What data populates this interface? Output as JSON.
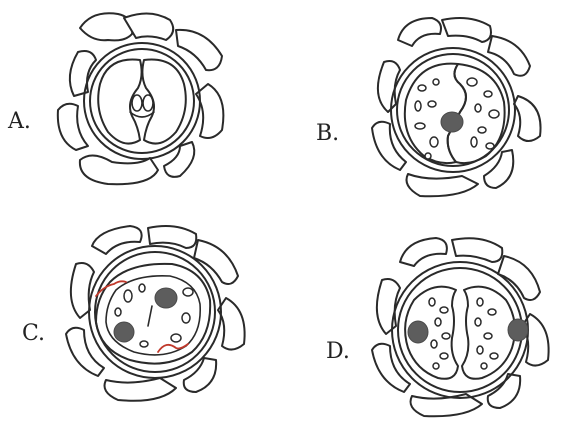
{
  "panels": [
    {
      "id": "A",
      "label": "A."
    },
    {
      "id": "B",
      "label": "B."
    },
    {
      "id": "C",
      "label": "C."
    },
    {
      "id": "D",
      "label": "D."
    }
  ],
  "colors": {
    "ink": "#2a2a2a",
    "nucleus": "#5d5d5d",
    "pore_marks": "#c0392b",
    "background": "#ffffff"
  }
}
